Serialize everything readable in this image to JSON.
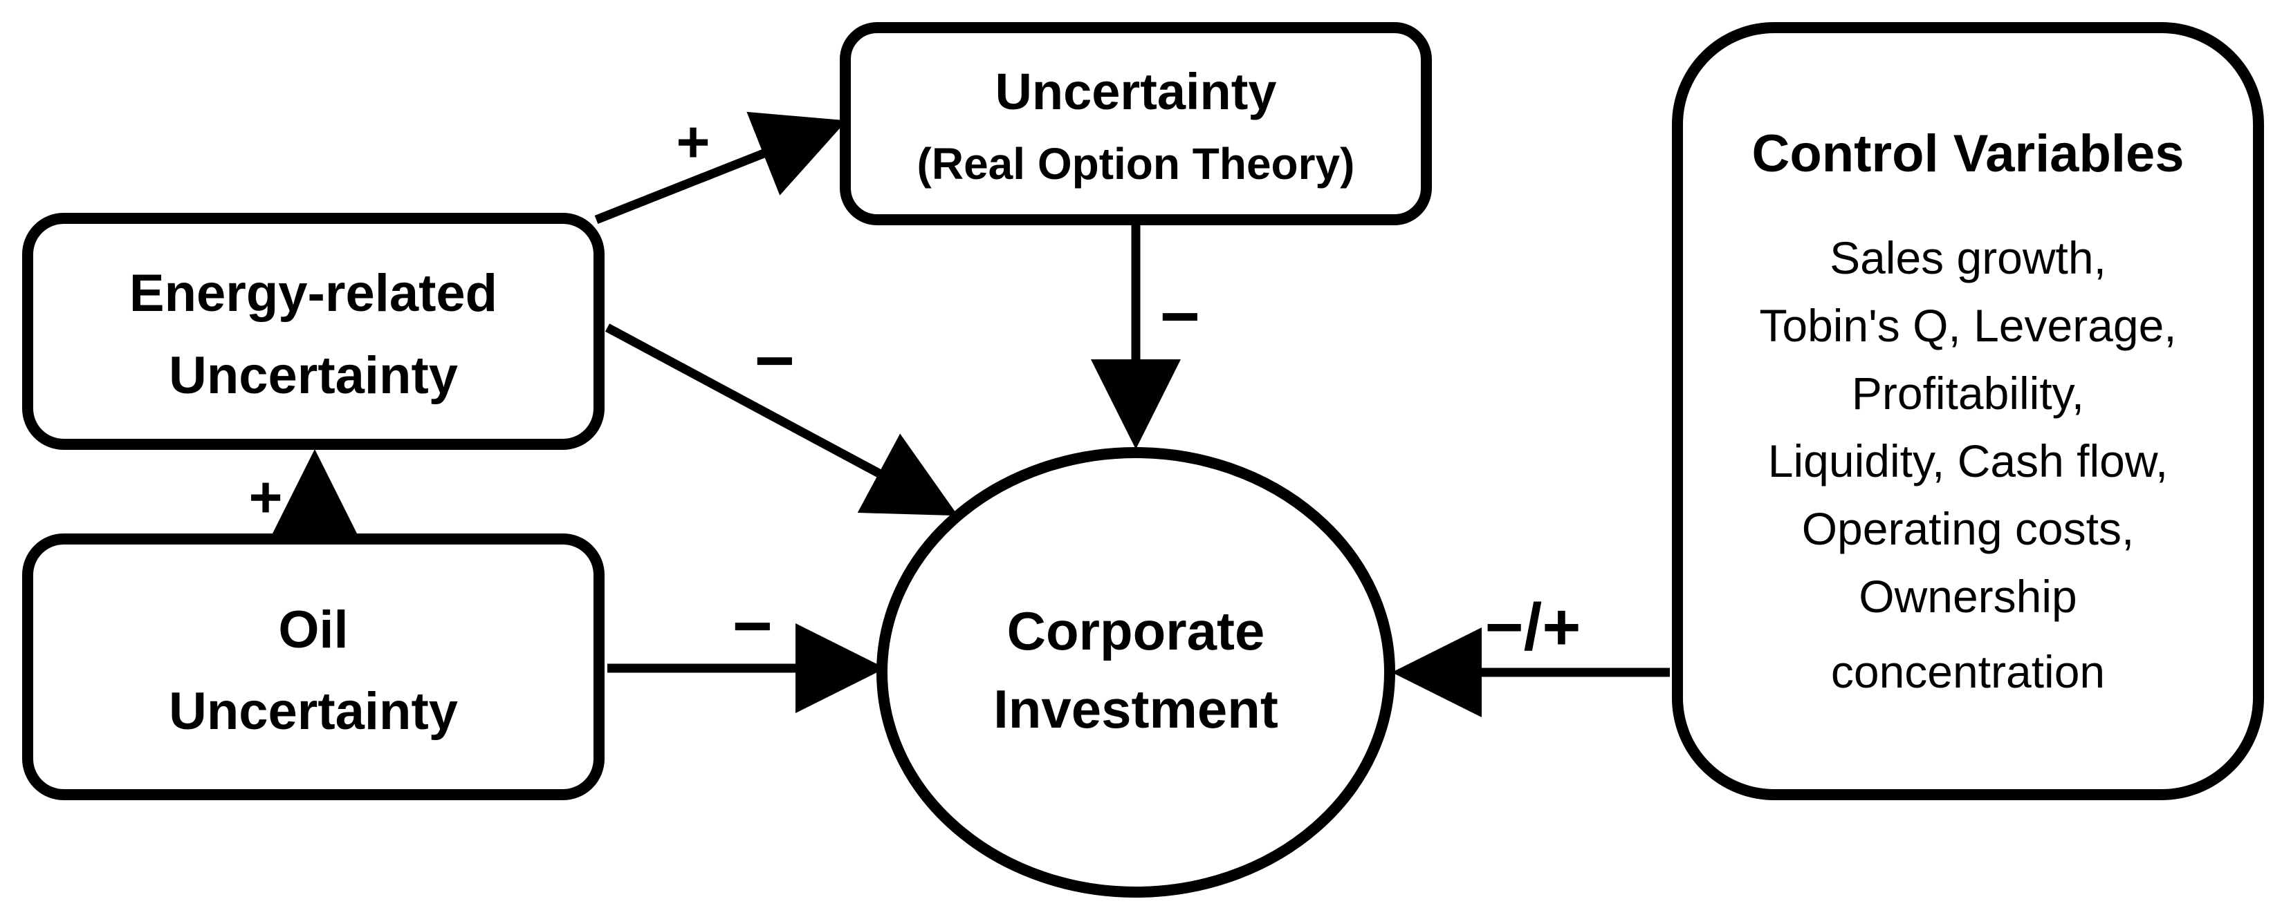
{
  "nodes": {
    "uncertainty_real_option": {
      "title": "Uncertainty",
      "subtitle": "(Real Option Theory)"
    },
    "energy_related": {
      "line1": "Energy-related",
      "line2": "Uncertainty"
    },
    "oil": {
      "line1": "Oil",
      "line2": "Uncertainty"
    },
    "corporate_investment": {
      "line1": "Corporate",
      "line2": "Investment"
    },
    "control_variables": {
      "title": "Control Variables",
      "items": [
        "Sales growth,",
        "Tobin's Q, Leverage,",
        "Profitability,",
        "Liquidity, Cash flow,",
        "Operating costs,",
        "Ownership",
        "concentration"
      ]
    }
  },
  "edges": {
    "energy_to_uncertainty": "+",
    "uncertainty_to_investment": "−",
    "energy_to_investment": "−",
    "oil_to_energy": "+",
    "oil_to_investment": "−",
    "control_to_investment": "−/+"
  }
}
